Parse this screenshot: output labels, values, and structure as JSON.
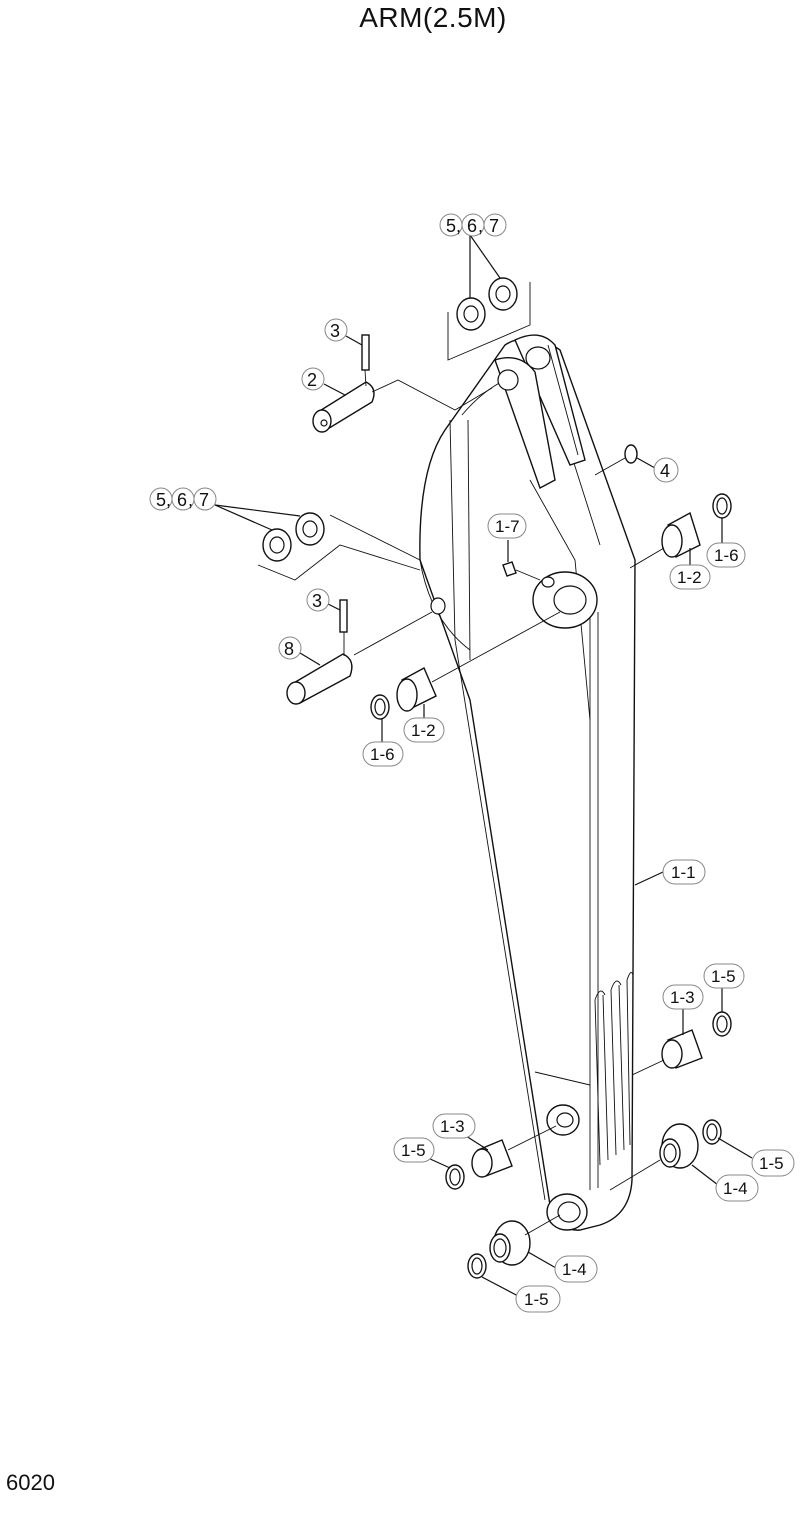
{
  "title": "ARM(2.5M)",
  "page_number": "6020",
  "callouts": {
    "c567_top": {
      "a": "5",
      "b": "6",
      "c": "7"
    },
    "c567_left": {
      "a": "5",
      "b": "6",
      "c": "7"
    },
    "c3_top": "3",
    "c2": "2",
    "c4": "4",
    "c17": "1-7",
    "c12_right": "1-2",
    "c16_right": "1-6",
    "c3_mid": "3",
    "c8": "8",
    "c12_left": "1-2",
    "c16_left": "1-6",
    "c11": "1-1",
    "c15_right_top": "1-5",
    "c13_right": "1-3",
    "c13_left": "1-3",
    "c15_left": "1-5",
    "c15_right_low": "1-5",
    "c14_right": "1-4",
    "c14_left": "1-4",
    "c15_bottom": "1-5"
  }
}
